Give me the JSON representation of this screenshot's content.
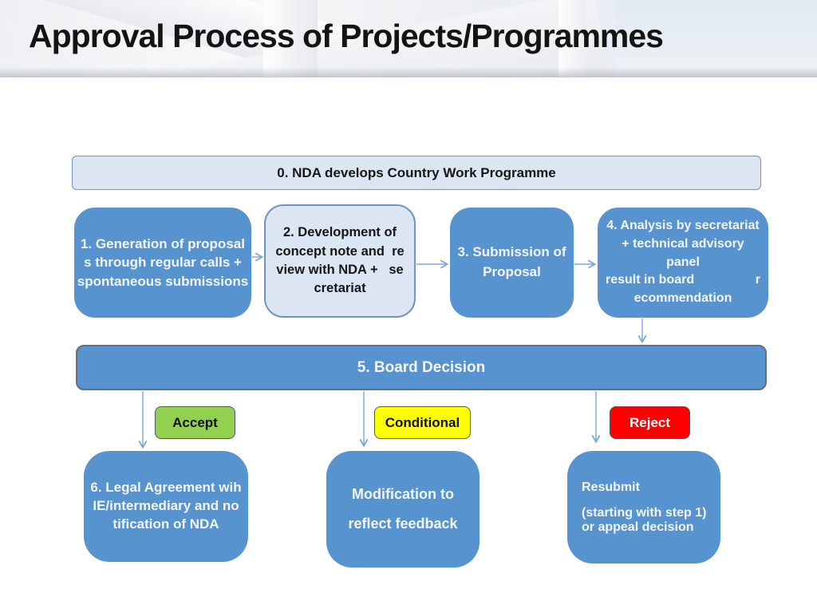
{
  "slide": {
    "title": "Approval Process of Projects/Programmes"
  },
  "colors": {
    "process_blue": "#5793ce",
    "light_blue_fill": "#dce6f2",
    "accept_green": "#92d050",
    "conditional_yellow": "#ffff00",
    "reject_red": "#fe0000"
  },
  "flow": {
    "step0": {
      "label": "0. NDA develops Country Work Programme"
    },
    "step1": {
      "lines": [
        "1. Generation of proposal",
        "s through regular calls +",
        "spontaneous submissions"
      ]
    },
    "step2": {
      "lines": [
        "2. Development of",
        "concept note and  re",
        "view with NDA +   se",
        "cretariat"
      ]
    },
    "step3": {
      "lines": [
        "3. Submission of",
        "Proposal"
      ]
    },
    "step4": {
      "line1": "4. Analysis by secretariat",
      "line2": "+ technical advisory panel",
      "line3_left": "result in board",
      "line3_right": "r",
      "line4": "ecommendation"
    },
    "step5": {
      "label": "5. Board Decision"
    },
    "outcomes": {
      "accept": {
        "label": "Accept"
      },
      "conditional": {
        "label": "Conditional"
      },
      "reject": {
        "label": "Reject"
      }
    },
    "step6": {
      "lines": [
        "6. Legal Agreement wih",
        "IE/intermediary and no",
        "tification of NDA"
      ]
    },
    "modification": {
      "lines": [
        "Modification to",
        "reflect feedback"
      ]
    },
    "resubmit": {
      "line1": "Resubmit",
      "line2": "(starting with step 1)",
      "line3": "or appeal decision"
    }
  }
}
